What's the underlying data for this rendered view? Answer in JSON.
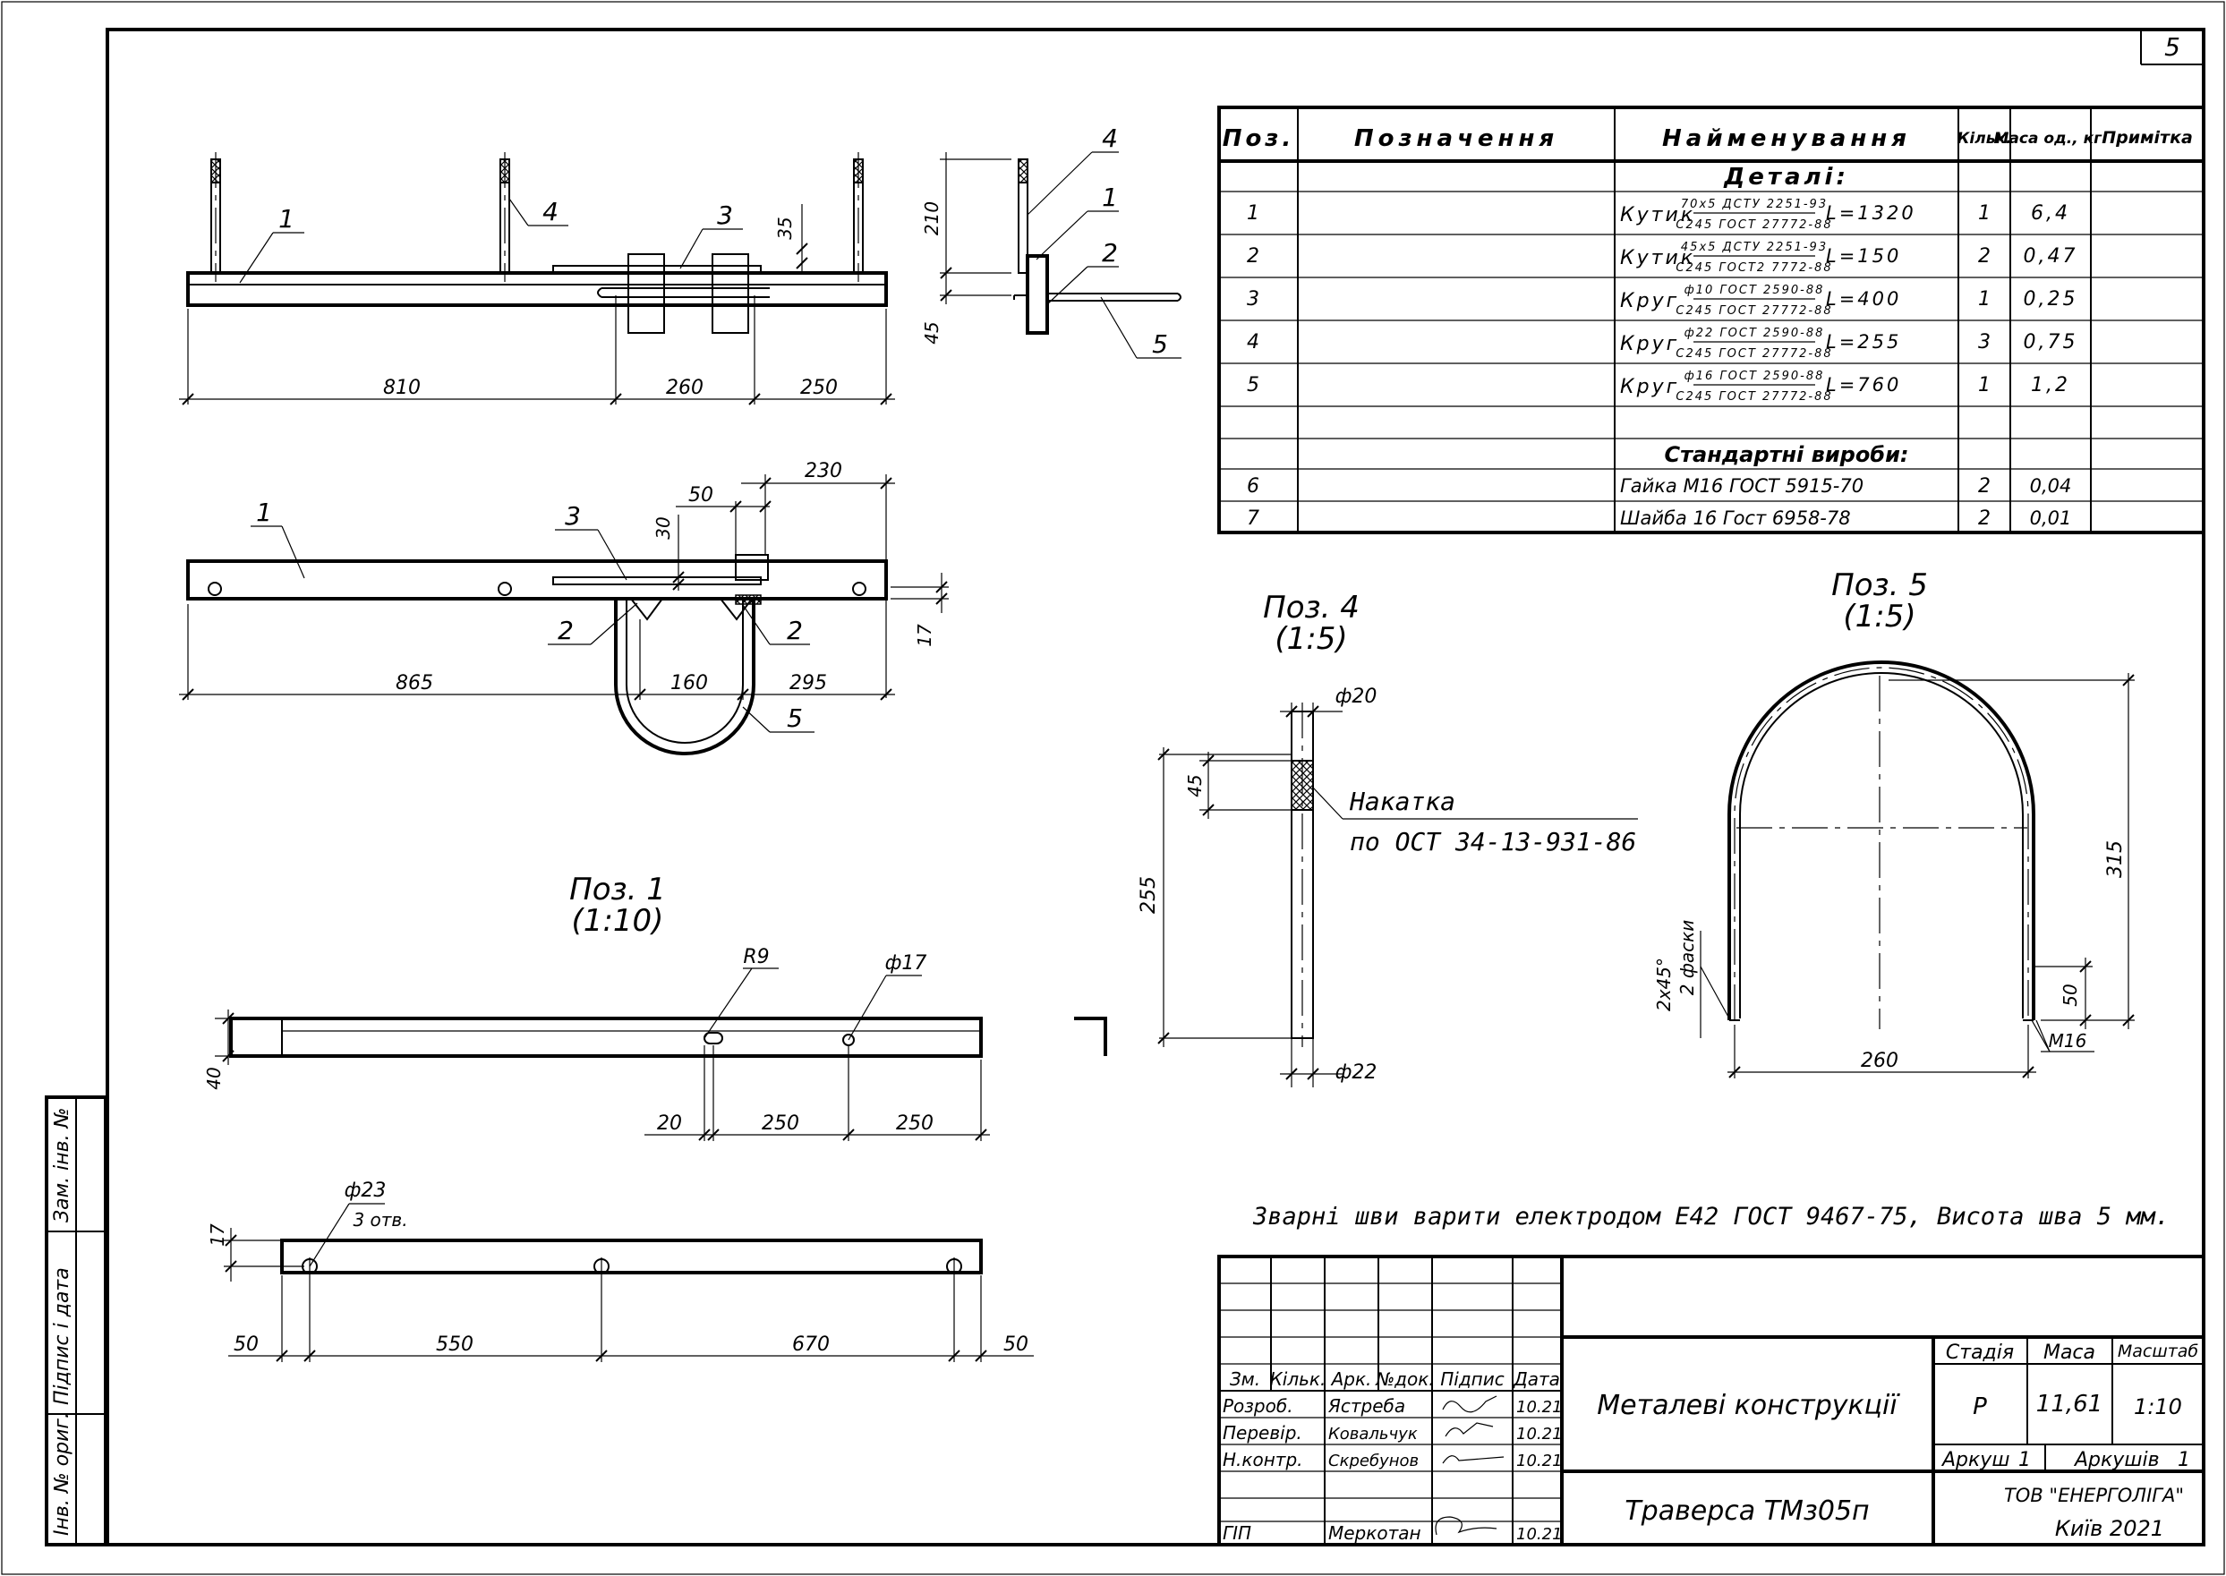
{
  "sheet": {
    "number": "5",
    "side_stamp": [
      "Інв. № ориг.",
      "Підпис і дата",
      "Зам. інв. №"
    ]
  },
  "spec_table": {
    "headers": [
      "Поз.",
      "Позначення",
      "Найменування",
      "Кільк.",
      "Маса од., кг.",
      "Примітка"
    ],
    "section_details": "Деталі:",
    "section_standard": "Стандартні вироби:",
    "rows": [
      {
        "pos": "1",
        "name": "Кутик",
        "spec_top": "70х5 ДСТУ 2251-93",
        "spec_bottom": "С245 ГОСТ 27772-88",
        "len": "L=1320",
        "qty": "1",
        "mass": "6,4"
      },
      {
        "pos": "2",
        "name": "Кутик",
        "spec_top": "45х5 ДСТУ 2251-93",
        "spec_bottom": "С245 ГОСТ2 7772-88",
        "len": "L=150",
        "qty": "2",
        "mass": "0,47"
      },
      {
        "pos": "3",
        "name": "Круг",
        "spec_top": "ф10 ГОСТ 2590-88",
        "spec_bottom": "С245 ГОСТ 27772-88",
        "len": "L=400",
        "qty": "1",
        "mass": "0,25"
      },
      {
        "pos": "4",
        "name": "Круг",
        "spec_top": "ф22 ГОСТ 2590-88",
        "spec_bottom": "С245 ГОСТ 27772-88",
        "len": "L=255",
        "qty": "3",
        "mass": "0,75"
      },
      {
        "pos": "5",
        "name": "Круг",
        "spec_top": "ф16 ГОСТ 2590-88",
        "spec_bottom": "С245 ГОСТ 27772-88",
        "len": "L=760",
        "qty": "1",
        "mass": "1,2"
      }
    ],
    "std_rows": [
      {
        "pos": "6",
        "name": "Гайка М16 ГОСТ 5915-70",
        "qty": "2",
        "mass": "0,04"
      },
      {
        "pos": "7",
        "name": "Шайба 16 Гост 6958-78",
        "qty": "2",
        "mass": "0,01"
      }
    ]
  },
  "views": {
    "front_dims": [
      "810",
      "260",
      "250",
      "35"
    ],
    "side_dims": [
      "210",
      "45"
    ],
    "plan_dims": [
      "230",
      "50",
      "30",
      "865",
      "160",
      "295",
      "17"
    ],
    "leaders": [
      "1",
      "2",
      "3",
      "4",
      "5"
    ],
    "poz1_title": "Поз. 1",
    "poz1_scale": "(1:10)",
    "poz1_dims": [
      "R9",
      "ф17",
      "40",
      "20",
      "250",
      "250",
      "ф23",
      "3 отв.",
      "17",
      "50",
      "550",
      "670",
      "50"
    ],
    "poz4_title": "Поз. 4",
    "poz4_scale": "(1:5)",
    "poz4_dims": [
      "ф20",
      "45",
      "255",
      "ф22"
    ],
    "poz4_note1": "Накатка",
    "poz4_note2": "по ОСТ 34-13-931-86",
    "poz5_title": "Поз. 5",
    "poz5_scale": "(1:5)",
    "poz5_dims": [
      "315",
      "2х45°",
      "2 фаски",
      "50",
      "260",
      "М16"
    ],
    "weld_note": "Зварні шви варити електродом Е42 ГОСТ 9467-75, Висота шва 5 мм."
  },
  "title_block": {
    "cols": [
      "Зм.",
      "Кільк.",
      "Арк.",
      "№док.",
      "Підпис",
      "Дата"
    ],
    "people": [
      {
        "role": "Розроб.",
        "name": "Ястреба",
        "date": "10.21"
      },
      {
        "role": "Перевір.",
        "name": "Ковальчук",
        "date": "10.21"
      },
      {
        "role": "Н.контр.",
        "name": "Скребунов",
        "date": "10.21"
      },
      {
        "role": "ГІП",
        "name": "Меркотан",
        "date": "10.21"
      }
    ],
    "project": "Металеві конструкції",
    "drawing": "Траверса ТМз05п",
    "stage_label": "Стадія",
    "mass_label": "Маса",
    "scale_label": "Масштаб",
    "stage": "Р",
    "mass": "11,61",
    "scale": "1:10",
    "sheet_label": "Аркуш",
    "sheet": "1",
    "sheets_label": "Аркушів",
    "sheets": "1",
    "company": "ТОВ \"ЕНЕРГОЛІГА\"",
    "city": "Київ 2021"
  }
}
